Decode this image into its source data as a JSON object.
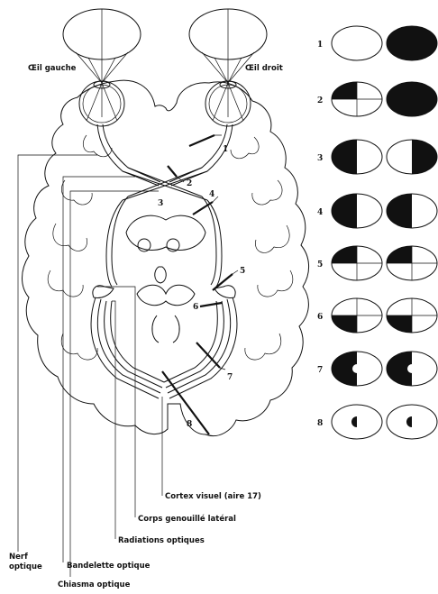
{
  "labels": {
    "left_eye": "Œil gauche",
    "right_eye": "Œil droit",
    "optic_nerve_1": "Nerf",
    "optic_nerve_2": "optique",
    "optic_tract": "Bandelette optique",
    "chiasm": "Chiasma optique",
    "optic_radiations": "Radiations optiques",
    "lgn": "Corps genouillé latéral",
    "visual_cortex": "Cortex visuel (aire 17)"
  },
  "lesion_numbers": [
    "1",
    "2",
    "3",
    "4",
    "5",
    "6",
    "7",
    "8"
  ],
  "field_defects": [
    {
      "number": "1",
      "left_eye": "normal",
      "right_eye": "total loss"
    },
    {
      "number": "2",
      "left_eye": "upper temporal quadrant loss",
      "right_eye": "total loss"
    },
    {
      "number": "3",
      "left_eye": "temporal half loss",
      "right_eye": "temporal half loss"
    },
    {
      "number": "4",
      "left_eye": "left half loss",
      "right_eye": "left half loss"
    },
    {
      "number": "5",
      "left_eye": "upper left quadrant loss",
      "right_eye": "upper left quadrant loss"
    },
    {
      "number": "6",
      "left_eye": "lower left quadrant loss",
      "right_eye": "lower left quadrant loss"
    },
    {
      "number": "7",
      "left_eye": "left half loss, macula spared",
      "right_eye": "left half loss, macula spared"
    },
    {
      "number": "8",
      "left_eye": "central left loss",
      "right_eye": "central left loss"
    }
  ],
  "colors": {
    "ink": "#111111",
    "paper": "#ffffff"
  }
}
